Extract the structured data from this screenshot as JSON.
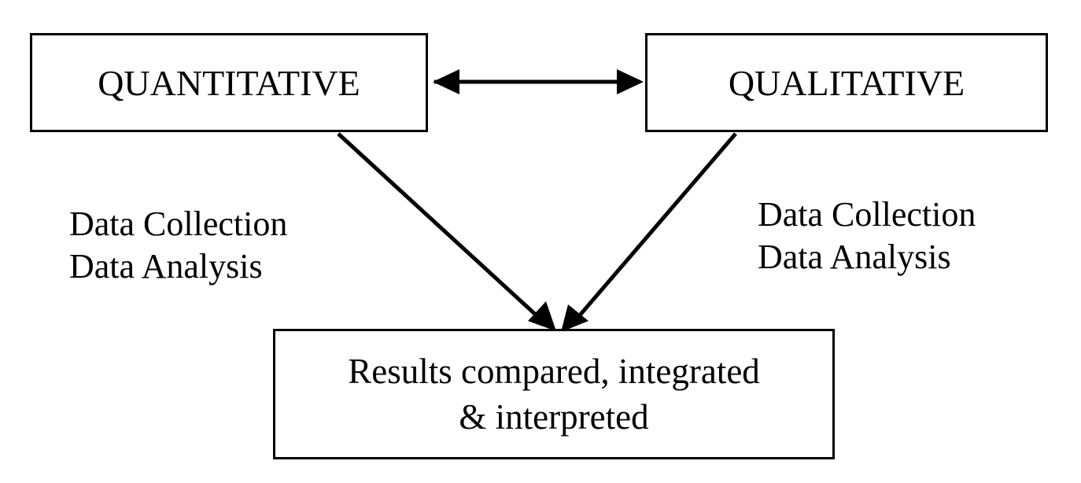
{
  "nodes": {
    "quantitative": "QUANTITATIVE",
    "qualitative": "QUALITATIVE",
    "results": {
      "line1": "Results compared, integrated",
      "line2": "& interpreted"
    }
  },
  "labels": {
    "left": {
      "line1": "Data Collection",
      "line2": "Data Analysis"
    },
    "right": {
      "line1": "Data Collection",
      "line2": "Data Analysis"
    }
  },
  "edges": [
    {
      "from": "quantitative",
      "to": "qualitative",
      "bidirectional": true
    },
    {
      "from": "quantitative",
      "to": "results",
      "bidirectional": false
    },
    {
      "from": "qualitative",
      "to": "results",
      "bidirectional": false
    }
  ]
}
